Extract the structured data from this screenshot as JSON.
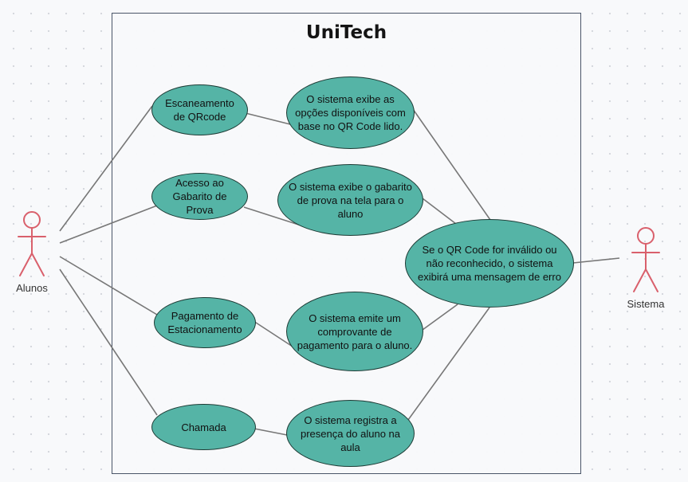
{
  "diagram": {
    "system_title": "UniTech",
    "actors": {
      "alunos": "Alunos",
      "sistema": "Sistema"
    },
    "use_cases": {
      "escaneamento": "Escaneamento de QRcode",
      "acesso_gabarito": "Acesso ao Gabarito de Prova",
      "pagamento": "Pagamento de Estacionamento",
      "chamada": "Chamada",
      "exibe_opcoes": "O sistema exibe as opções disponíveis com base no QR Code lido.",
      "exibe_gabarito": "O sistema exibe o gabarito de prova na tela para o aluno",
      "emite_comprovante": "O sistema emite um comprovante de pagamento para o aluno.",
      "registra_presenca": "O sistema registra a presença do aluno na aula",
      "qr_invalido": "Se o QR Code for inválido ou não reconhecido, o sistema exibirá uma mensagem de erro"
    },
    "colors": {
      "use_case_fill": "#55b4a6",
      "use_case_border": "#1d3a34",
      "actor_stroke": "#d9606c",
      "connector": "#777777",
      "system_border": "#4a5568"
    }
  }
}
